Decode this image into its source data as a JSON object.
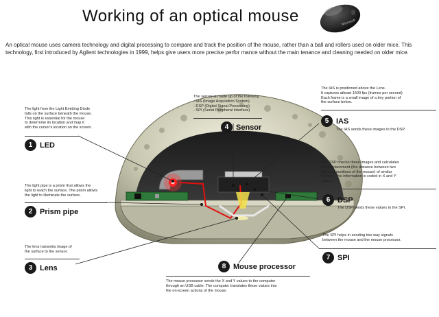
{
  "title": "Working of an optical mouse",
  "intro": "An optical mouse uses camera technology and digital processing to compare and track the position of the mouse, rather than a ball and rollers used on older mice. This technology, first introduced by Agilent technologies in 1999, helps give users more precise perfor mance without the main tenance and cleaning needed on older mice.",
  "components": [
    {
      "num": "1",
      "label": "LED",
      "desc": "The light from the Light Emitting Diode\nfalls on the surface beneath the mouse.\nThis light is essential for the mouse\nto determine its location and map it\nwith the cursor's location on the screen."
    },
    {
      "num": "2",
      "label": "Prism pipe",
      "desc": "The light pipe is a prism that allows the\nlight to reach the surface. The prism allows\nthe light to illuminate the surface."
    },
    {
      "num": "3",
      "label": "Lens",
      "desc": "The lens transmits image of\nthe surface to the sensor."
    },
    {
      "num": "4",
      "label": "Sensor",
      "desc": "The sensor is made up of the following\n- IAS  (Image Acquisition System)\n- DSP (Digital Signal Processing)\n- SPI  (Serial Peripheral Interface)"
    },
    {
      "num": "5",
      "label": "IAS",
      "desc": "The IAS is positioned above the Lens.\nIt captures atleast 1500 fps (frames per second)\nEach frame is a small image of a tiny portion of\nthe surface below.",
      "sub": "The IAS sends these images to the DSP."
    },
    {
      "num": "6",
      "label": "DSP",
      "desc": "The DSP checks these images and calculates\nthe displacement (the distance between two\ndifferent positions of the mouse) of similar\nframes. This information is coded in X and Y\nvalues.",
      "sub": "The DSP sends these values to the SPI."
    },
    {
      "num": "7",
      "label": "SPI",
      "desc": "The SPI helps in sending two way signals\nbetween the mouse and the mouse processor."
    },
    {
      "num": "8",
      "label": "Mouse processor",
      "desc": "The mouse processor sends the X and Y values to the computer\nthrough an USB cable. The computer translates these values into\nthe on-screen actions of the mouse."
    }
  ],
  "thumbnail_brand": "Microsoft"
}
